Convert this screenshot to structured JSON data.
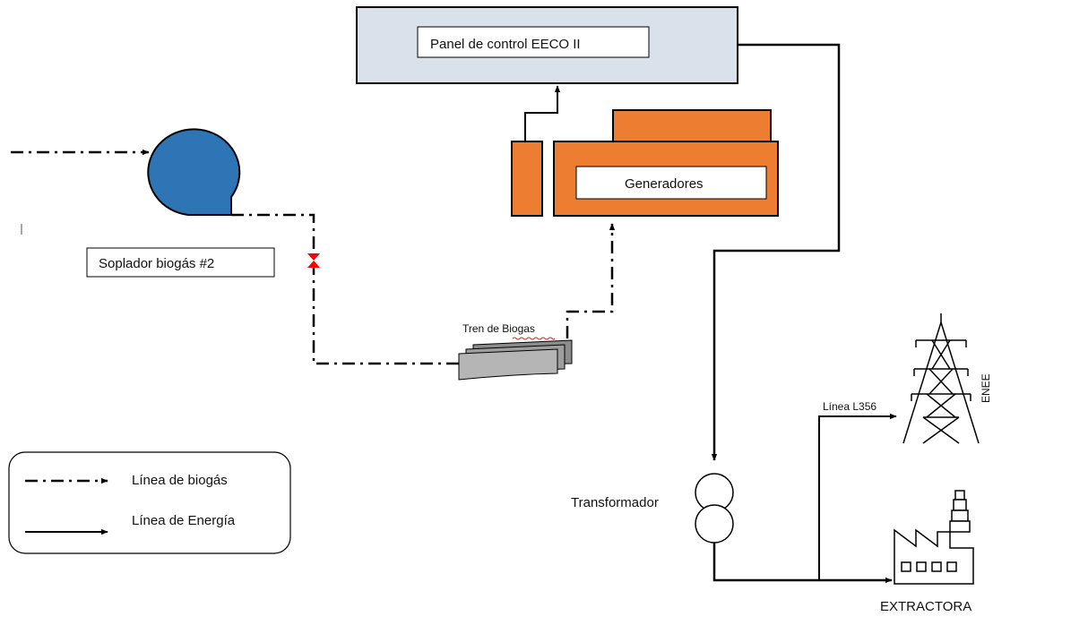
{
  "panel": {
    "label": "Panel de control EECO II"
  },
  "generators": {
    "label": "Generadores"
  },
  "blower": {
    "label": "Soplador biogás #2"
  },
  "biogas_train": {
    "label": "Tren de Biogas"
  },
  "transformer": {
    "label": "Transformador"
  },
  "grid_line": {
    "label": "Línea L356"
  },
  "enee": {
    "label": "ENEE"
  },
  "extractora": {
    "label": "EXTRACTORA"
  },
  "legend": {
    "biogas_line": "Línea de biogás",
    "energy_line": "Línea de Energía"
  },
  "colors": {
    "panel_fill": "#d9e1ea",
    "generator_fill": "#ed7d31",
    "blower_fill": "#2e75b6",
    "valve": "#ff0000"
  }
}
